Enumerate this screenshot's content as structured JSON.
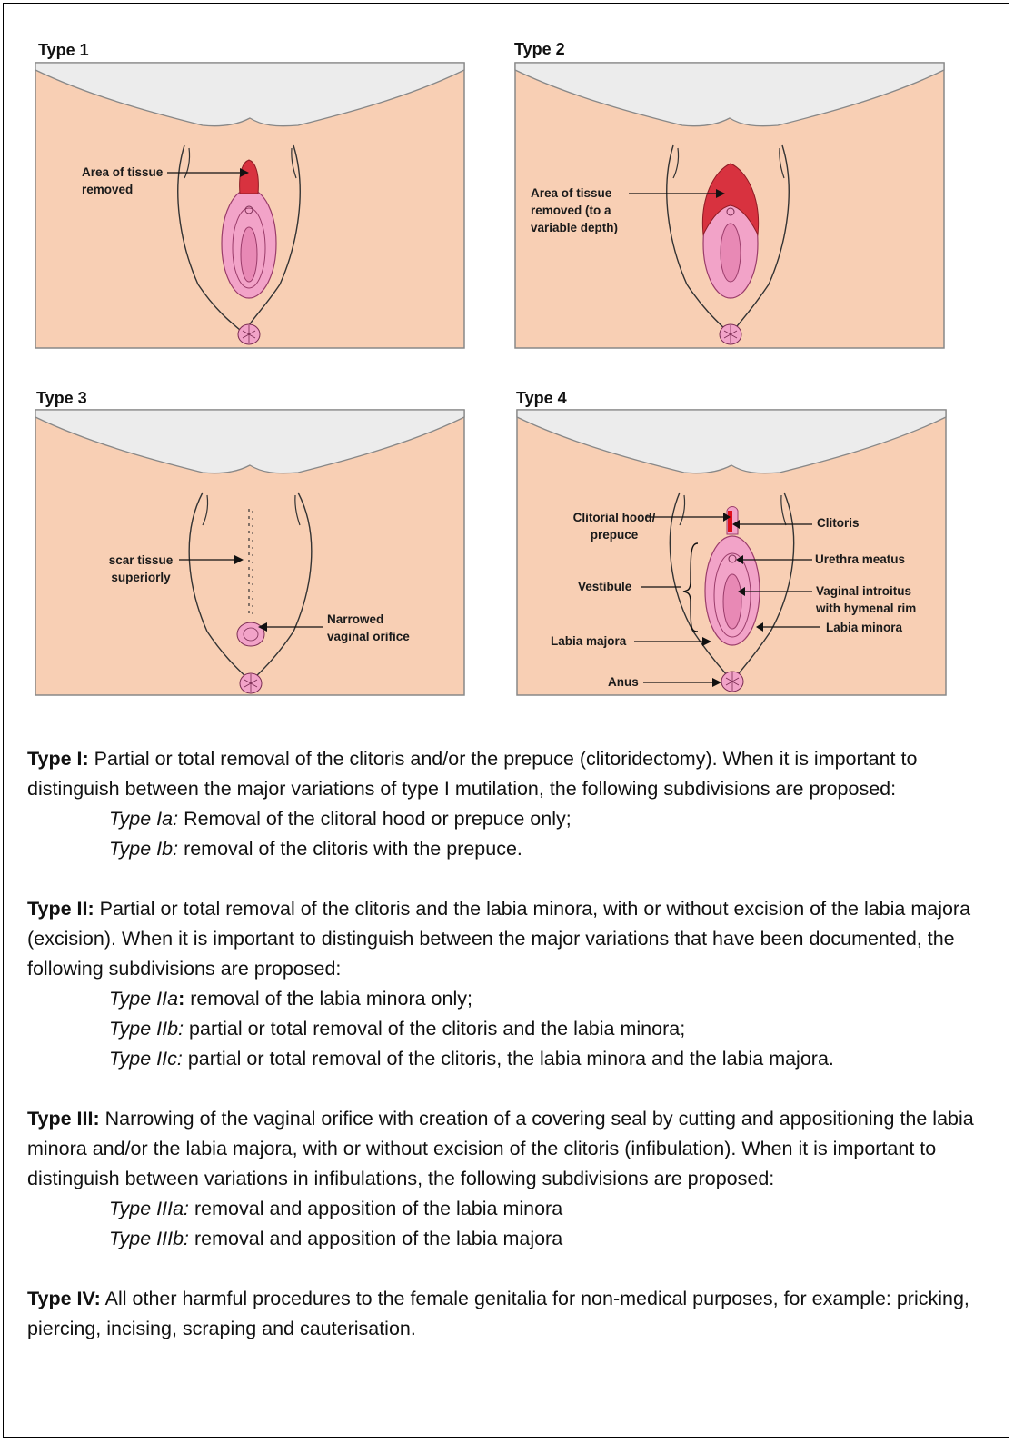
{
  "panels": [
    {
      "title": "Type 1",
      "labels": [
        "Area of tissue\nremoved"
      ]
    },
    {
      "title": "Type 2",
      "labels": [
        "Area of tissue\nremoved (to a\nvariable depth)"
      ]
    },
    {
      "title": "Type 3",
      "labels": [
        "scar tissue\nsuperiorly",
        "Narrowed\nvaginal orifice"
      ]
    },
    {
      "title": "Type 4",
      "labels": [
        "Clitorial hood/\nprepuce",
        "Vestibule",
        "Labia majora",
        "Anus",
        "Clitoris",
        "Urethra meatus",
        "Vaginal introitus\nwith hymenal rim",
        "Labia minora"
      ]
    }
  ],
  "colors": {
    "skin": "#f8cfb4",
    "upper": "#ececec",
    "vulva": "#f2a3c8",
    "removed": "#d8323f"
  },
  "text": {
    "type1": {
      "head": "Type I:",
      "body": " Partial or total removal of the clitoris and/or the prepuce (clitoridectomy). When it is important to distinguish between the major variations of type I mutilation, the following subdivisions are proposed:",
      "subs": [
        {
          "label": "Type Ia:",
          "text": " Removal of the clitoral hood or prepuce only;"
        },
        {
          "label": "Type Ib:",
          "text": " removal of the clitoris with the prepuce."
        }
      ]
    },
    "type2": {
      "head": "Type II:",
      "body": " Partial or total removal of the clitoris and the labia minora, with or without excision of the labia majora (excision). When it is important to distinguish between the major variations that have been documented, the following subdivisions are proposed:",
      "subs": [
        {
          "label": "Type IIa",
          "bold": ":",
          "text": " removal of the labia minora only;"
        },
        {
          "label": "Type IIb:",
          "text": " partial or total removal of the clitoris and the labia minora;"
        },
        {
          "label": "Type IIc:",
          "text": " partial or total removal of the clitoris, the labia minora and the labia majora."
        }
      ]
    },
    "type3": {
      "head": "Type III:",
      "body": " Narrowing of the vaginal orifice with creation of a covering seal by cutting and appositioning the labia minora and/or the labia majora, with or without excision of the clitoris (infibulation). When it is important to distinguish between variations in infibulations, the following subdivisions are proposed:",
      "subs": [
        {
          "label": "Type IIIa:",
          "text": " removal and apposition of the labia minora"
        },
        {
          "label": "Type IIIb:",
          "text": " removal and apposition of the labia majora"
        }
      ]
    },
    "type4": {
      "head": "Type IV:",
      "body": " All other harmful procedures to the female genitalia for non-medical purposes, for example: pricking, piercing, incising, scraping and cauterisation."
    }
  }
}
